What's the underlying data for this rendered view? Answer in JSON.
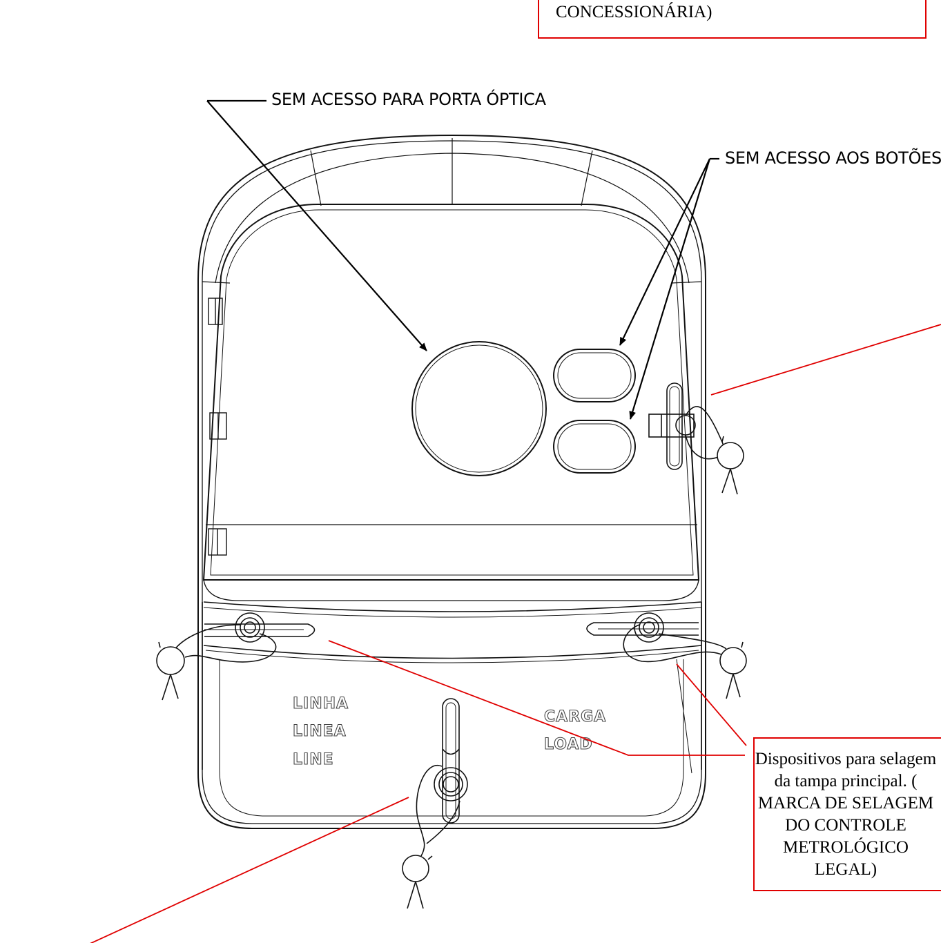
{
  "labels": {
    "top_box": "CONCESSIONÁRIA)",
    "optical_port": "SEM ACESSO PARA PORTA ÓPTICA",
    "buttons": "SEM ACESSO AOS BOTÕES",
    "sealing_devices": "Dispositivos para selagem da tampa principal. ( MARCA DE SELAGEM DO CONTROLE METROLÓGICO LEGAL)",
    "line_1": "LINHA",
    "line_2": "LINEA",
    "line_3": "LINE",
    "load_1": "CARGA",
    "load_2": "LOAD"
  },
  "colors": {
    "annotation_red": "#e00000",
    "drawing_line": "#111111"
  }
}
